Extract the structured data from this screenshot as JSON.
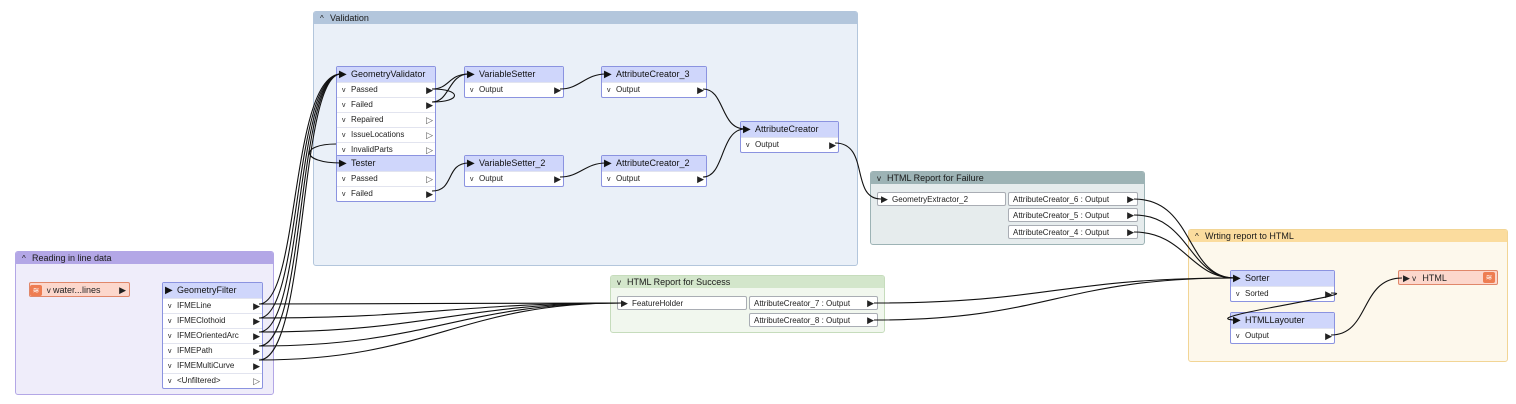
{
  "bookmarks": {
    "validation": "Validation",
    "reading": "Reading in line data",
    "success": "HTML Report for Success",
    "failure": "HTML Report for Failure",
    "writing": "Wrting report to  HTML"
  },
  "reader": {
    "label": "water...lines"
  },
  "geometry_filter": {
    "title": "GeometryFilter",
    "ports": [
      "IFMELine",
      "IFMEClothoid",
      "IFMEOrientedArc",
      "IFMEPath",
      "IFMEMultiCurve",
      "<Unfiltered>"
    ]
  },
  "geometry_validator": {
    "title": "GeometryValidator",
    "ports": [
      "Passed",
      "Failed",
      "Repaired",
      "IssueLocations",
      "InvalidParts"
    ]
  },
  "tester": {
    "title": "Tester",
    "ports": [
      "Passed",
      "Failed"
    ]
  },
  "variable_setter": {
    "title": "VariableSetter",
    "ports": [
      "Output"
    ]
  },
  "variable_setter_2": {
    "title": "VariableSetter_2",
    "ports": [
      "Output"
    ]
  },
  "attribute_creator_3": {
    "title": "AttributeCreator_3",
    "ports": [
      "Output"
    ]
  },
  "attribute_creator_2": {
    "title": "AttributeCreator_2",
    "ports": [
      "Output"
    ]
  },
  "attribute_creator": {
    "title": "AttributeCreator",
    "ports": [
      "Output"
    ]
  },
  "failure_report": {
    "input": "GeometryExtractor_2",
    "outputs": [
      "AttributeCreator_6 : Output",
      "AttributeCreator_5 : Output",
      "AttributeCreator_4 : Output"
    ]
  },
  "success_report": {
    "input": "FeatureHolder",
    "outputs": [
      "AttributeCreator_7 : Output",
      "AttributeCreator_8 : Output"
    ]
  },
  "sorter": {
    "title": "Sorter",
    "ports": [
      "Sorted"
    ]
  },
  "html_layouter": {
    "title": "HTMLLayouter",
    "ports": [
      "Output"
    ]
  },
  "writer": {
    "label": "HTML"
  },
  "colors": {
    "validation_head": "#b3c6dc",
    "validation_body": "#eaf0f8",
    "reading_head": "#b3a7e6",
    "reading_body": "#efedfa",
    "success_head": "#d3e6cb",
    "success_body": "#f1f7ee",
    "failure_head": "#9db3b5",
    "failure_body": "#e6eced",
    "writing_head": "#fbdc9e",
    "writing_body": "#fdf8ec",
    "transformer_head": "#cfd6fb",
    "transformer_border": "#8b93e0"
  }
}
